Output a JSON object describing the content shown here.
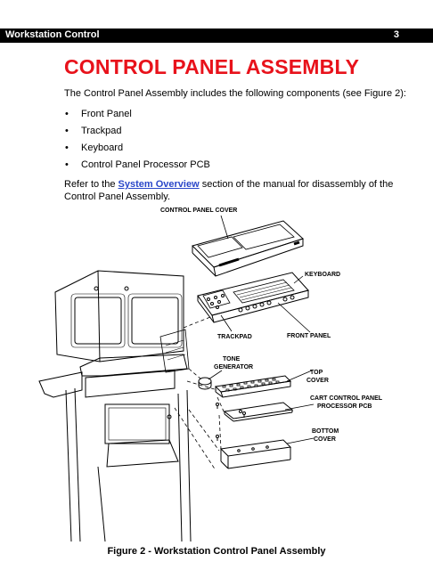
{
  "header": {
    "title": "Workstation Control",
    "page_number": "3"
  },
  "heading": "CONTROL PANEL ASSEMBLY",
  "intro": "The Control Panel Assembly includes the following components (see Figure 2):",
  "components": [
    "Front Panel",
    "Trackpad",
    "Keyboard",
    "Control Panel Processor PCB"
  ],
  "reference": {
    "before": "Refer to the ",
    "link": "System Overview",
    "after": " section of the manual for disassembly of the Control Panel Assembly."
  },
  "figure": {
    "labels": {
      "control_panel_cover": "CONTROL PANEL COVER",
      "keyboard": "KEYBOARD",
      "trackpad": "TRACKPAD",
      "front_panel": "FRONT PANEL",
      "tone_1": "TONE",
      "tone_2": "GENERATOR",
      "top_1": "TOP",
      "top_2": "COVER",
      "cart_1": "CART CONTROL PANEL",
      "cart_2": "PROCESSOR PCB",
      "bottom_1": "BOTTOM",
      "bottom_2": "COVER"
    },
    "caption": "Figure 2 - Workstation Control Panel Assembly"
  }
}
